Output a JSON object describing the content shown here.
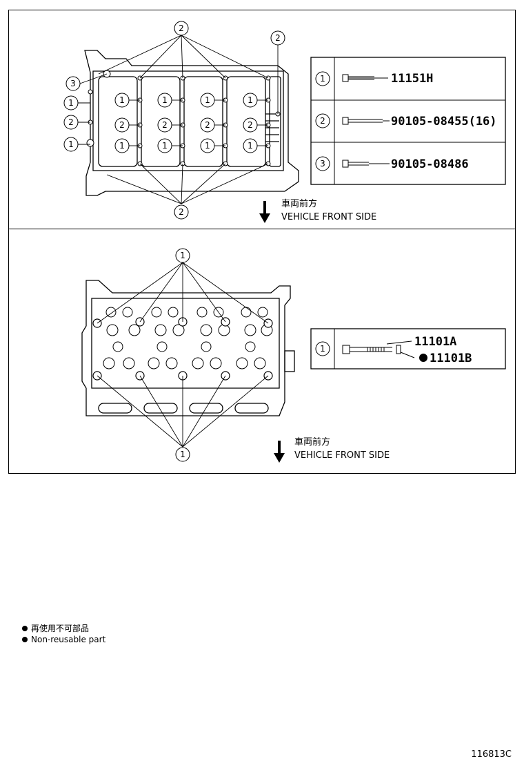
{
  "top_diagram": {
    "direction_jp": "車両前方",
    "direction_en": "VEHICLE FRONT SIDE",
    "parts_table": [
      {
        "ref": "1",
        "part_no": "11151H"
      },
      {
        "ref": "2",
        "part_no": "90105-08455(16)"
      },
      {
        "ref": "3",
        "part_no": "90105-08486"
      }
    ],
    "callouts": [
      "1",
      "2",
      "3"
    ]
  },
  "bottom_diagram": {
    "direction_jp": "車両前方",
    "direction_en": "VEHICLE FRONT SIDE",
    "parts_table": [
      {
        "ref": "1",
        "part_no_a": "11101A",
        "part_no_b": "11101B"
      }
    ],
    "callouts": [
      "1"
    ]
  },
  "legend": {
    "non_reusable_jp": "再使用不可部品",
    "non_reusable_en": "Non-reusable part"
  },
  "figure_id": "116813C"
}
